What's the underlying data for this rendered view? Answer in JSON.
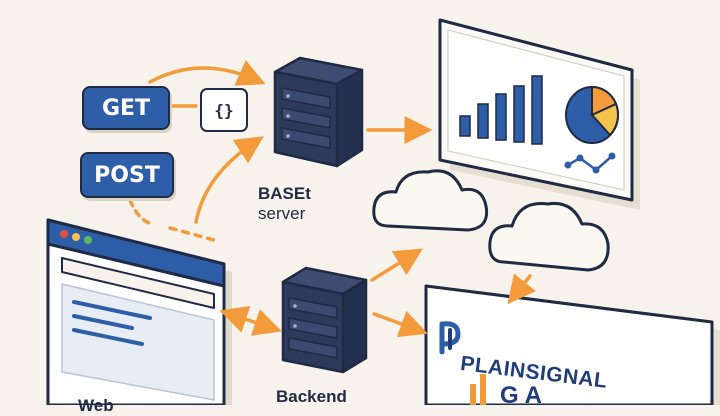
{
  "requests": {
    "get_label": "GET",
    "post_label": "POST",
    "payload_icon": "{}"
  },
  "nodes": {
    "server_label_line1": "BASEt",
    "server_label_line2": "server",
    "backend_label": "Backend",
    "web_label": "Web"
  },
  "brand": {
    "name": "PLAINSIGNAL",
    "sub_label": "GA"
  },
  "colors": {
    "background": "#f7f3ec",
    "accent_orange": "#f39a3b",
    "primary_blue": "#2f5ea8",
    "outline_navy": "#1f2a44",
    "server_body": "#2e3a5c"
  }
}
